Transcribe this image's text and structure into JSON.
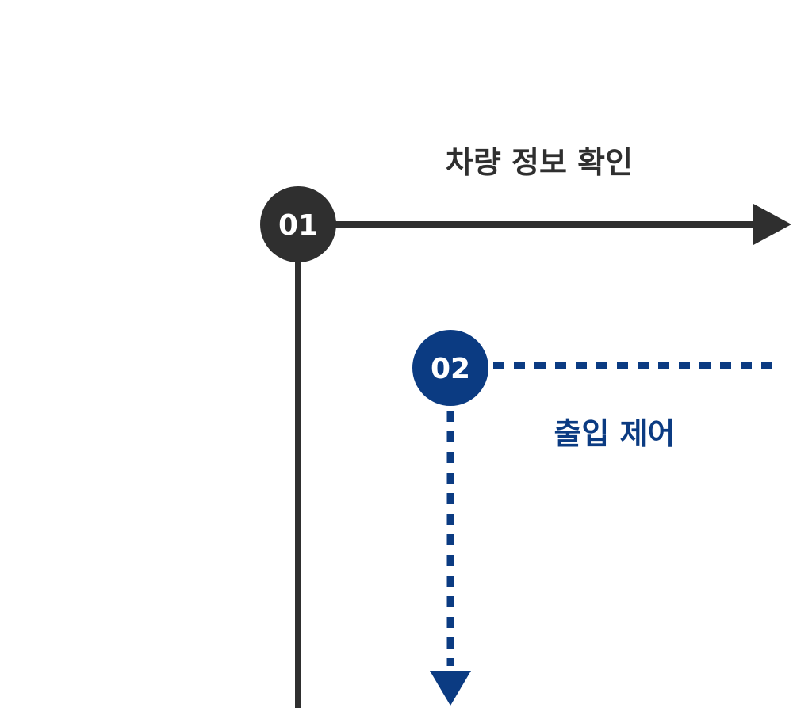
{
  "colors": {
    "step1": "#2f2f2f",
    "step2": "#0b3b82",
    "badge_text": "#ffffff",
    "background": "#ffffff"
  },
  "steps": [
    {
      "number": "01",
      "label": "차량 정보 확인",
      "line_style": "solid"
    },
    {
      "number": "02",
      "label": "출입 제어",
      "line_style": "dashed"
    }
  ]
}
